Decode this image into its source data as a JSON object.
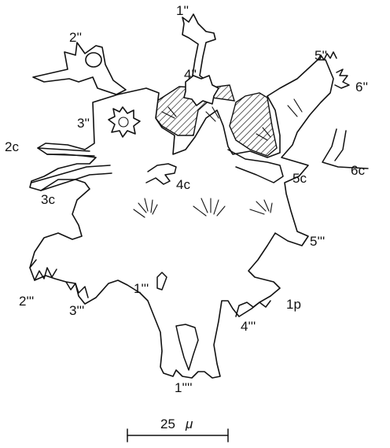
{
  "labels": {
    "plate_1pp": "1''",
    "plate_2pp": "2''",
    "plate_3pp": "3''",
    "plate_4pp": "4''",
    "plate_5pp": "5''",
    "plate_6pp": "6''",
    "cingulum_2c": "2c",
    "cingulum_3c": "3c",
    "cingulum_4c": "4c",
    "cingulum_5c": "5c",
    "cingulum_6c": "6c",
    "plate_2ppp": "2'''",
    "plate_3ppp": "3'''",
    "plate_1ppp": "1'''",
    "plate_4ppp": "4'''",
    "plate_5ppp": "5'''",
    "plate_1pppp": "1''''",
    "plate_1p": "1p"
  },
  "scale_bar": {
    "value": "25",
    "unit": "μ"
  }
}
